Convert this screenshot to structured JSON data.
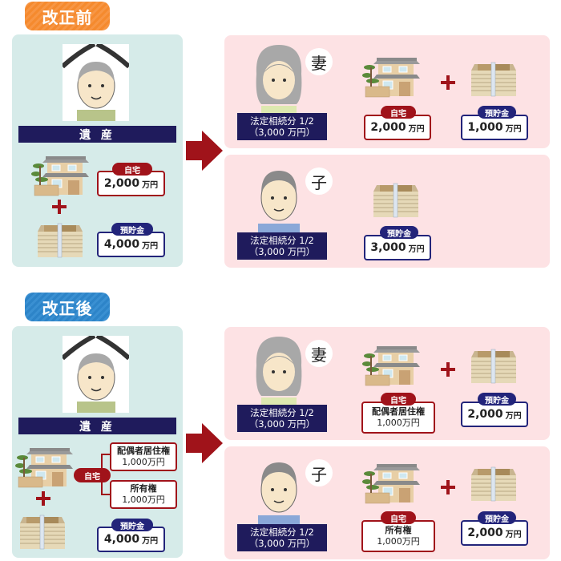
{
  "before": {
    "tag": "改正前",
    "estate": {
      "title": "遺 産",
      "home": {
        "label": "自宅",
        "amount": "2,000",
        "unit": "万円"
      },
      "savings": {
        "label": "預貯金",
        "amount": "4,000",
        "unit": "万円"
      }
    },
    "heirs": [
      {
        "role": "妻",
        "share_line1": "法定相続分 1/2",
        "share_line2": "（3,000 万円）",
        "home": {
          "label": "自宅",
          "amount": "2,000",
          "unit": "万円"
        },
        "savings": {
          "label": "預貯金",
          "amount": "1,000",
          "unit": "万円"
        }
      },
      {
        "role": "子",
        "share_line1": "法定相続分 1/2",
        "share_line2": "（3,000 万円）",
        "savings": {
          "label": "預貯金",
          "amount": "3,000",
          "unit": "万円"
        }
      }
    ]
  },
  "after": {
    "tag": "改正後",
    "estate": {
      "title": "遺 産",
      "home": {
        "label": "自宅",
        "residence_right": {
          "name": "配偶者居住権",
          "amount": "1,000万円"
        },
        "ownership": {
          "name": "所有権",
          "amount": "1,000万円"
        }
      },
      "savings": {
        "label": "預貯金",
        "amount": "4,000",
        "unit": "万円"
      }
    },
    "heirs": [
      {
        "role": "妻",
        "share_line1": "法定相続分 1/2",
        "share_line2": "（3,000 万円）",
        "home": {
          "label": "自宅",
          "name": "配偶者居住権",
          "amount": "1,000万円"
        },
        "savings": {
          "label": "預貯金",
          "amount": "2,000",
          "unit": "万円"
        }
      },
      {
        "role": "子",
        "share_line1": "法定相続分 1/2",
        "share_line2": "（3,000 万円）",
        "home": {
          "label": "自宅",
          "name": "所有権",
          "amount": "1,000万円"
        },
        "savings": {
          "label": "預貯金",
          "amount": "2,000",
          "unit": "万円"
        }
      }
    ]
  },
  "colors": {
    "before_tag": "#f58a2e",
    "after_tag": "#2d84c8",
    "estate_bg": "#d6ebe9",
    "heir_bg": "#fde2e4",
    "navy": "#1f1b5c",
    "red": "#a0131a"
  }
}
